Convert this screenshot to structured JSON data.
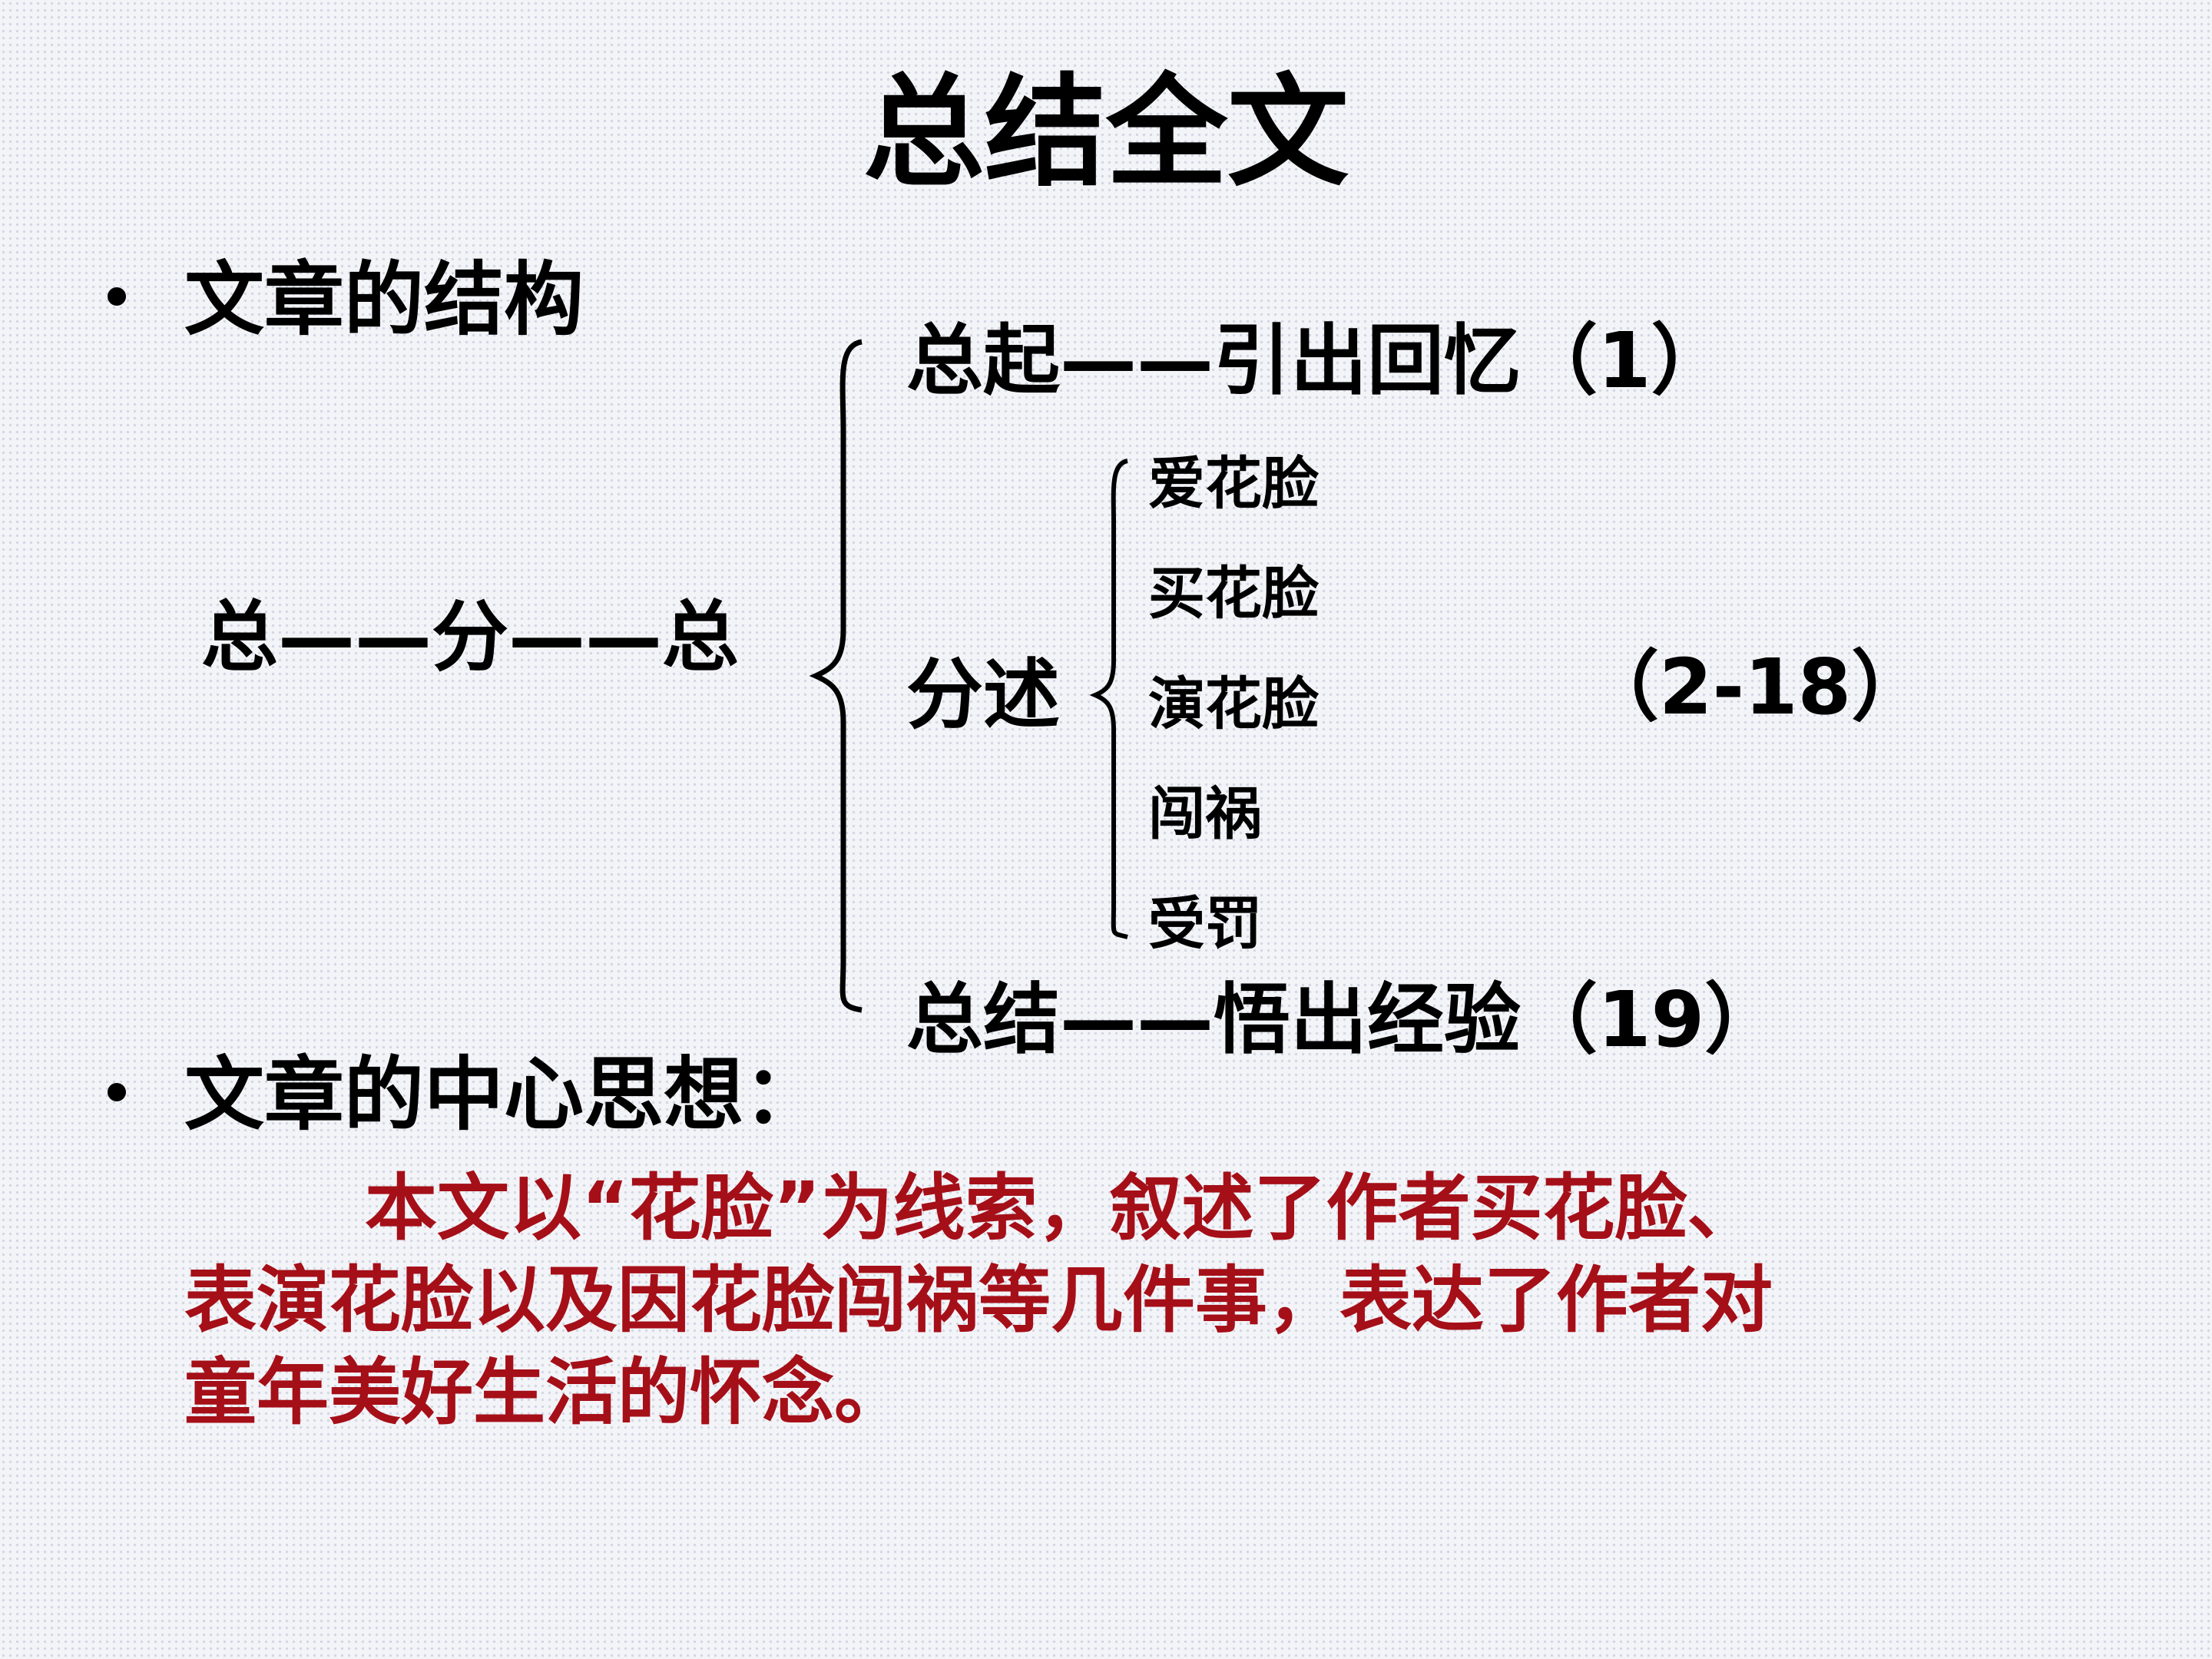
{
  "title": "总结全文",
  "structure": {
    "heading": "文章的结构",
    "pattern": "总——分——总",
    "opening": "总起——引出回忆（1）",
    "body_label": "分述",
    "body_items": [
      "爱花脸",
      "买花脸",
      "演花脸",
      "闯祸",
      "受罚"
    ],
    "body_range": "（2-18）",
    "closing": "总结——悟出经验（19）"
  },
  "theme": {
    "heading": "文章的中心思想：",
    "text_lines": [
      "本文以“花脸”为线索，叙述了作者买花脸、",
      "表演花脸以及因花脸闯祸等几件事，表达了作者对",
      "童年美好生活的怀念。"
    ],
    "text_color": "#a50f18"
  }
}
